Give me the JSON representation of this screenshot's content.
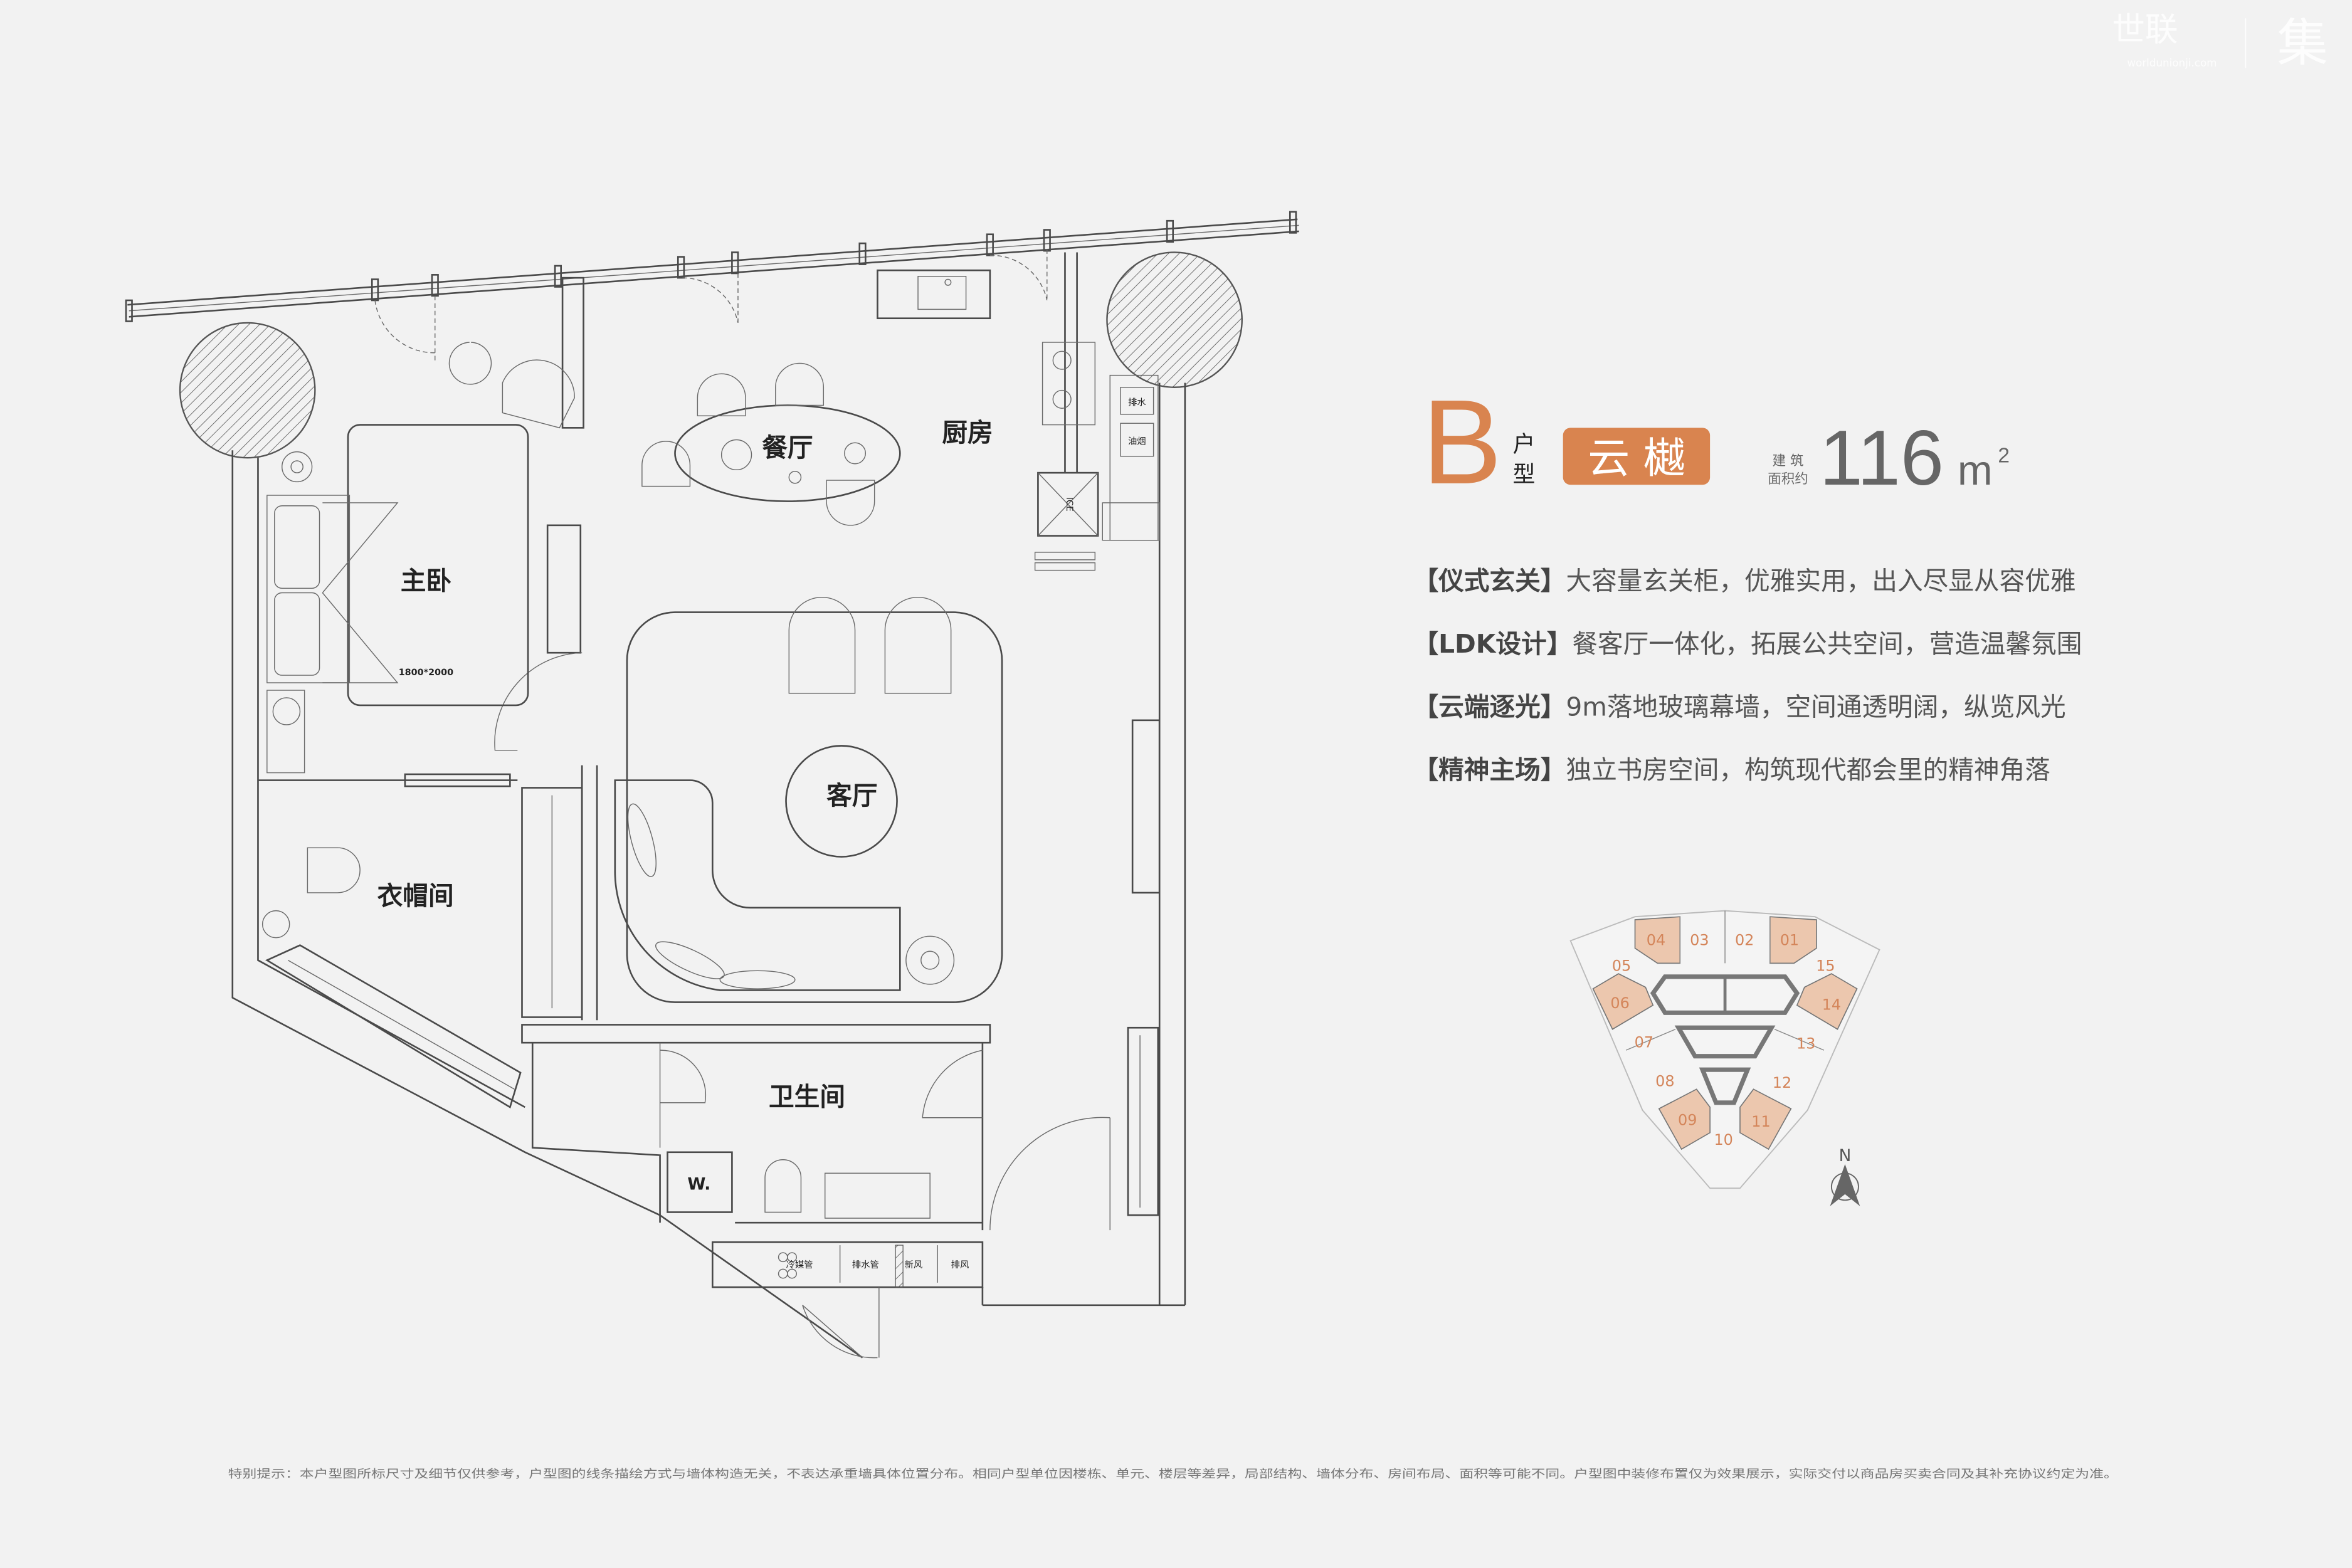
{
  "watermark": {
    "brand": "世联",
    "site": "worldunionji.com",
    "mark": "集"
  },
  "unit": {
    "letter": "B",
    "type_label": [
      "户",
      "型"
    ],
    "name": "云 樾",
    "area_label_top": "建 筑",
    "area_label_bottom": "面积约",
    "area_value": "116",
    "area_unit": "m",
    "area_sup": "2"
  },
  "features": [
    {
      "title": "【仪式玄关】",
      "text": "大容量玄关柜，优雅实用，出入尽显从容优雅"
    },
    {
      "title": "【LDK设计】",
      "text": "餐客厅一体化，拓展公共空间，营造温馨氛围"
    },
    {
      "title": "【云端逐光】",
      "text": "9m落地玻璃幕墙，空间通透明阔，纵览风光"
    },
    {
      "title": "【精神主场】",
      "text": "独立书房空间，构筑现代都会里的精神角落"
    }
  ],
  "floorplan": {
    "rooms": {
      "master_bedroom": "主卧",
      "dining": "餐厅",
      "kitchen": "厨房",
      "living": "客厅",
      "wardrobe": "衣帽间",
      "bathroom": "卫生间"
    },
    "bed_size": "1800*2000",
    "labels": {
      "drain": "排水",
      "fume": "油烟",
      "fridge": "ICE",
      "washer": "W.",
      "refrigerant_pipe": "冷媒管",
      "drain_pipe": "排水管",
      "fresh_air": "新风",
      "exhaust": "排风"
    }
  },
  "keyplan": {
    "units": [
      {
        "no": "01",
        "highlight": true
      },
      {
        "no": "02",
        "highlight": false
      },
      {
        "no": "03",
        "highlight": false
      },
      {
        "no": "04",
        "highlight": true
      },
      {
        "no": "05",
        "highlight": false
      },
      {
        "no": "06",
        "highlight": true
      },
      {
        "no": "07",
        "highlight": false
      },
      {
        "no": "08",
        "highlight": false
      },
      {
        "no": "09",
        "highlight": true
      },
      {
        "no": "10",
        "highlight": false
      },
      {
        "no": "11",
        "highlight": true
      },
      {
        "no": "12",
        "highlight": false
      },
      {
        "no": "13",
        "highlight": false
      },
      {
        "no": "14",
        "highlight": true
      },
      {
        "no": "15",
        "highlight": false
      }
    ],
    "north": "N",
    "highlight_color": "#ecc7ae"
  },
  "colors": {
    "accent": "#d9844f",
    "text": "#555555",
    "background": "#f2f2f2"
  },
  "disclaimer": "特别提示：本户型图所标尺寸及细节仅供参考，户型图的线条描绘方式与墙体构造无关，不表达承重墙具体位置分布。相同户型单位因楼栋、单元、楼层等差异，局部结构、墙体分布、房间布局、面积等可能不同。户型图中装修布置仅为效果展示，实际交付以商品房买卖合同及其补充协议约定为准。"
}
